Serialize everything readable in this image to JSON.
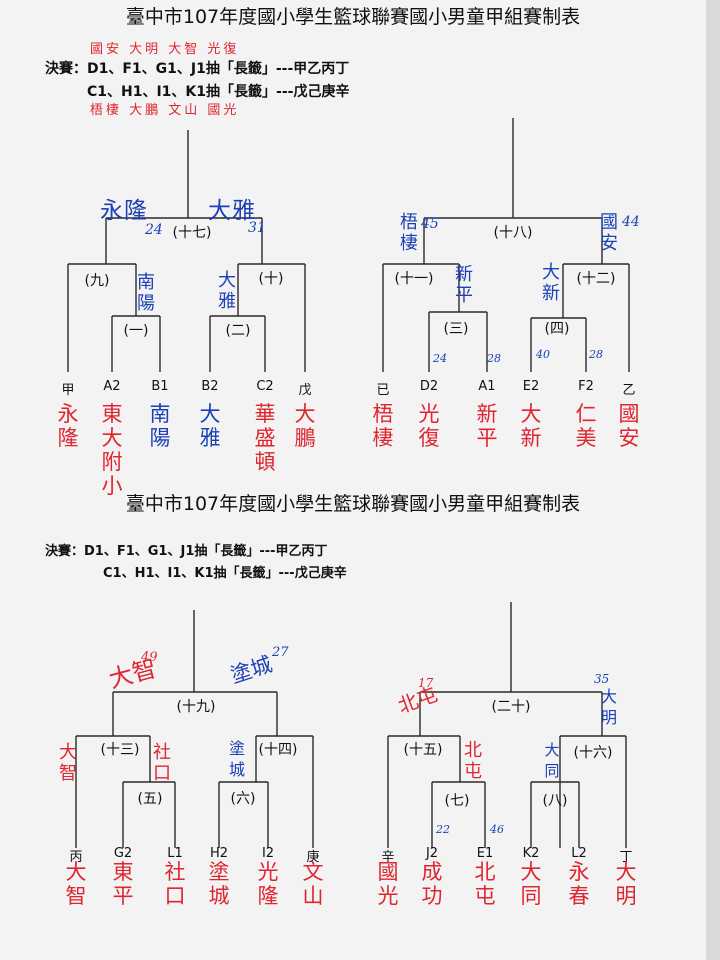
{
  "sheet_top": {
    "title": "臺中市107年度國小學生籃球聯賽國小男童甲組賽制表",
    "final_rule_1": "決賽：D1、F1、G1、J1抽「長籤」---甲乙丙丁",
    "final_rule_2": "C1、H1、I1、K1抽「長籤」---戊己庚辛",
    "note_above": "國安 大明 大智 光復",
    "note_below": "梧棲 大鵬 文山 國光",
    "brackets": {
      "b17": "(十七)",
      "b9": "(九)",
      "b1": "(一)",
      "b10": "(十)",
      "b2": "(二)",
      "b18": "(十八)",
      "b11": "(十一)",
      "b3": "(三)",
      "b12": "(十二)",
      "b4": "(四)"
    },
    "slots": [
      {
        "code": "甲",
        "team": "永隆"
      },
      {
        "code": "A2",
        "team": "東大附小"
      },
      {
        "code": "B1",
        "team": "南陽"
      },
      {
        "code": "B2",
        "team": "大雅"
      },
      {
        "code": "C2",
        "team": "華盛頓"
      },
      {
        "code": "戊",
        "team": "大鵬"
      },
      {
        "code": "已",
        "team": "梧棲"
      },
      {
        "code": "D2",
        "team": "光復"
      },
      {
        "code": "A1",
        "team": "新平"
      },
      {
        "code": "E2",
        "team": "大新"
      },
      {
        "code": "F2",
        "team": "仁美"
      },
      {
        "code": "乙",
        "team": "國安"
      }
    ],
    "hand": {
      "w17_left": "永隆",
      "w17_right": "大雅",
      "s17_left": "24",
      "s17_right": "31",
      "w1": "南陽",
      "w2": "大雅",
      "w18_left": "梧棲",
      "s18_left": "45",
      "w18_right": "國安",
      "s18_right": "44",
      "w3": "新平",
      "w4": "大新",
      "s3_left": "24",
      "s3_right": "28",
      "s4_left": "40",
      "s4_right": "28"
    }
  },
  "sheet_bottom": {
    "title": "臺中市107年度國小學生籃球聯賽國小男童甲組賽制表",
    "final_rule_1": "決賽：D1、F1、G1、J1抽「長籤」---甲乙丙丁",
    "final_rule_2": "C1、H1、I1、K1抽「長籤」---戊己庚辛",
    "brackets": {
      "b19": "(十九)",
      "b13": "(十三)",
      "b5": "(五)",
      "b14": "(十四)",
      "b6": "(六)",
      "b20": "(二十)",
      "b15": "(十五)",
      "b7": "(七)",
      "b16": "(十六)",
      "b8": "(八)"
    },
    "slots": [
      {
        "code": "丙",
        "team": "大智"
      },
      {
        "code": "G2",
        "team": "東平"
      },
      {
        "code": "L1",
        "team": "社口"
      },
      {
        "code": "H2",
        "team": "塗城"
      },
      {
        "code": "I2",
        "team": "光隆"
      },
      {
        "code": "庚",
        "team": "文山"
      },
      {
        "code": "辛",
        "team": "國光"
      },
      {
        "code": "J2",
        "team": "成功"
      },
      {
        "code": "E1",
        "team": "北屯"
      },
      {
        "code": "K2",
        "team": "大同"
      },
      {
        "code": "L2",
        "team": "永春"
      },
      {
        "code": "丁",
        "team": "大明"
      }
    ],
    "hand": {
      "w19_left": "大智",
      "s19_left": "49",
      "w19_right": "塗城",
      "s19_right": "27",
      "w13": "大智",
      "w5": "社口",
      "w6": "塗城",
      "w20_left": "北屯",
      "s20_left": "17",
      "w20_right": "大明",
      "s20_right": "35",
      "w7": "北屯",
      "w8": "大同",
      "s7_left": "22",
      "s7_right": "46"
    }
  }
}
